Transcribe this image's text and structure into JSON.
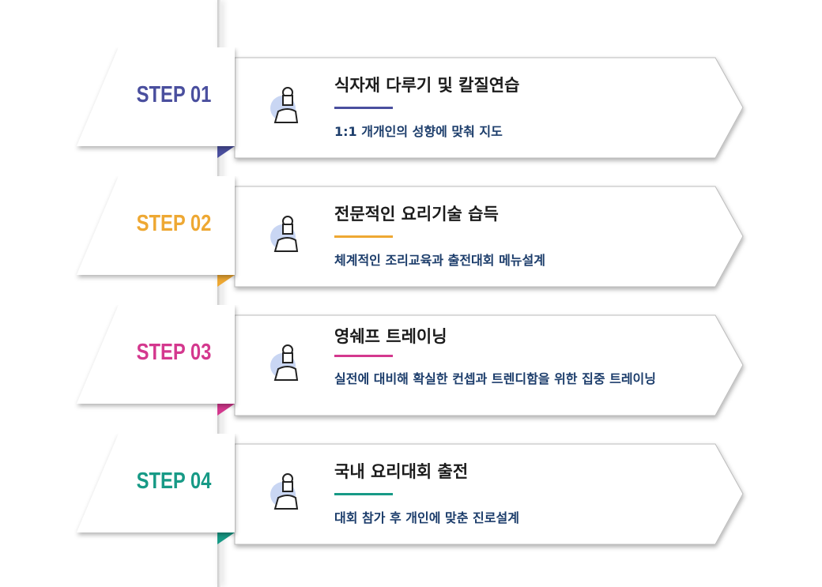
{
  "steps": [
    {
      "label": "STEP 01",
      "title": "식자재 다루기 및 칼질연습",
      "subtitle": "1:1 개개인의 성향에 맞춰 지도",
      "color": "#4a4f9e",
      "icon": "cutting-board-knife-icon"
    },
    {
      "label": "STEP 02",
      "title": "전문적인 요리기술 습득",
      "subtitle": "체계적인 조리교육과 출전대회 메뉴설계",
      "color": "#eea833",
      "icon": "chef-cooking-icon"
    },
    {
      "label": "STEP 03",
      "title": "영쉐프 트레이닝",
      "subtitle": "실전에 대비해 확실한 컨셉과 트렌디함을 위한 집중 트레이닝",
      "color": "#d4388e",
      "icon": "chef-menu-clipboard-icon"
    },
    {
      "label": "STEP 04",
      "title": "국내 요리대회 출전",
      "subtitle": "대회 참가 후 개인에 맞춘 진로설계",
      "color": "#179a86",
      "icon": "chef-presenting-icon"
    }
  ]
}
